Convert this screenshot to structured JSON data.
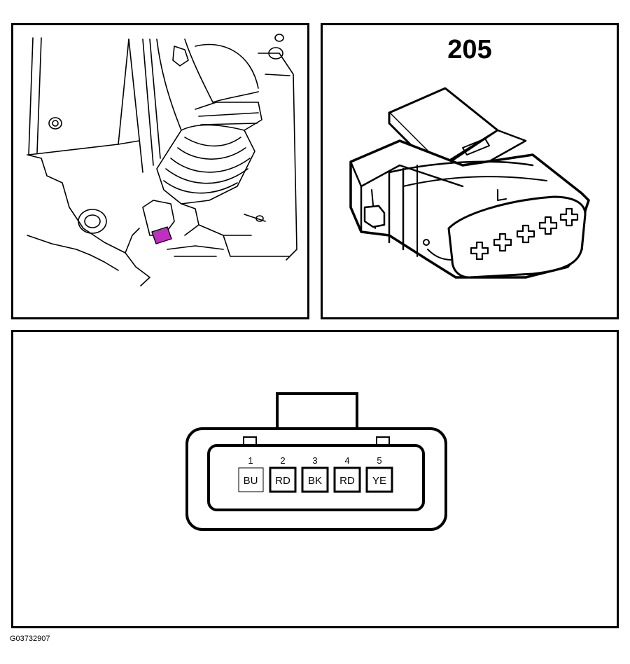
{
  "connector": {
    "number": "205",
    "pins": [
      {
        "num": "1",
        "color": "BU"
      },
      {
        "num": "2",
        "color": "RD"
      },
      {
        "num": "3",
        "color": "BK"
      },
      {
        "num": "4",
        "color": "RD"
      },
      {
        "num": "5",
        "color": "YE"
      }
    ]
  },
  "highlight_color": "#c030c0",
  "figure_id": "G03732907"
}
